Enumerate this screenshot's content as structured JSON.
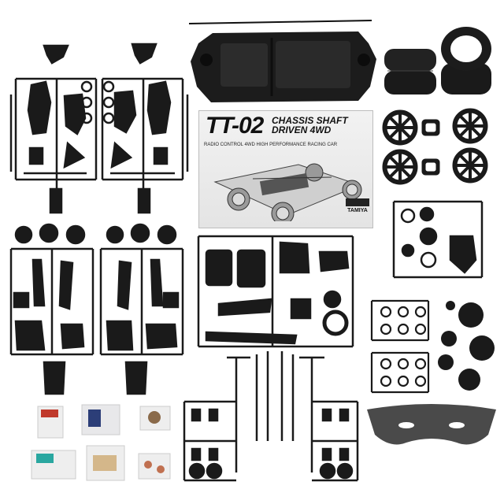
{
  "manual": {
    "title": "TT-02",
    "subtitle": "CHASSIS SHAFT DRIVEN 4WD",
    "tagline": "RADIO CONTROL 4WD HIGH PERFORMANCE RACING CAR",
    "brand": "TAMIYA"
  },
  "colors": {
    "plastic": "#1a1a1a",
    "foam": "#4a4a4a",
    "background": "#ffffff"
  }
}
